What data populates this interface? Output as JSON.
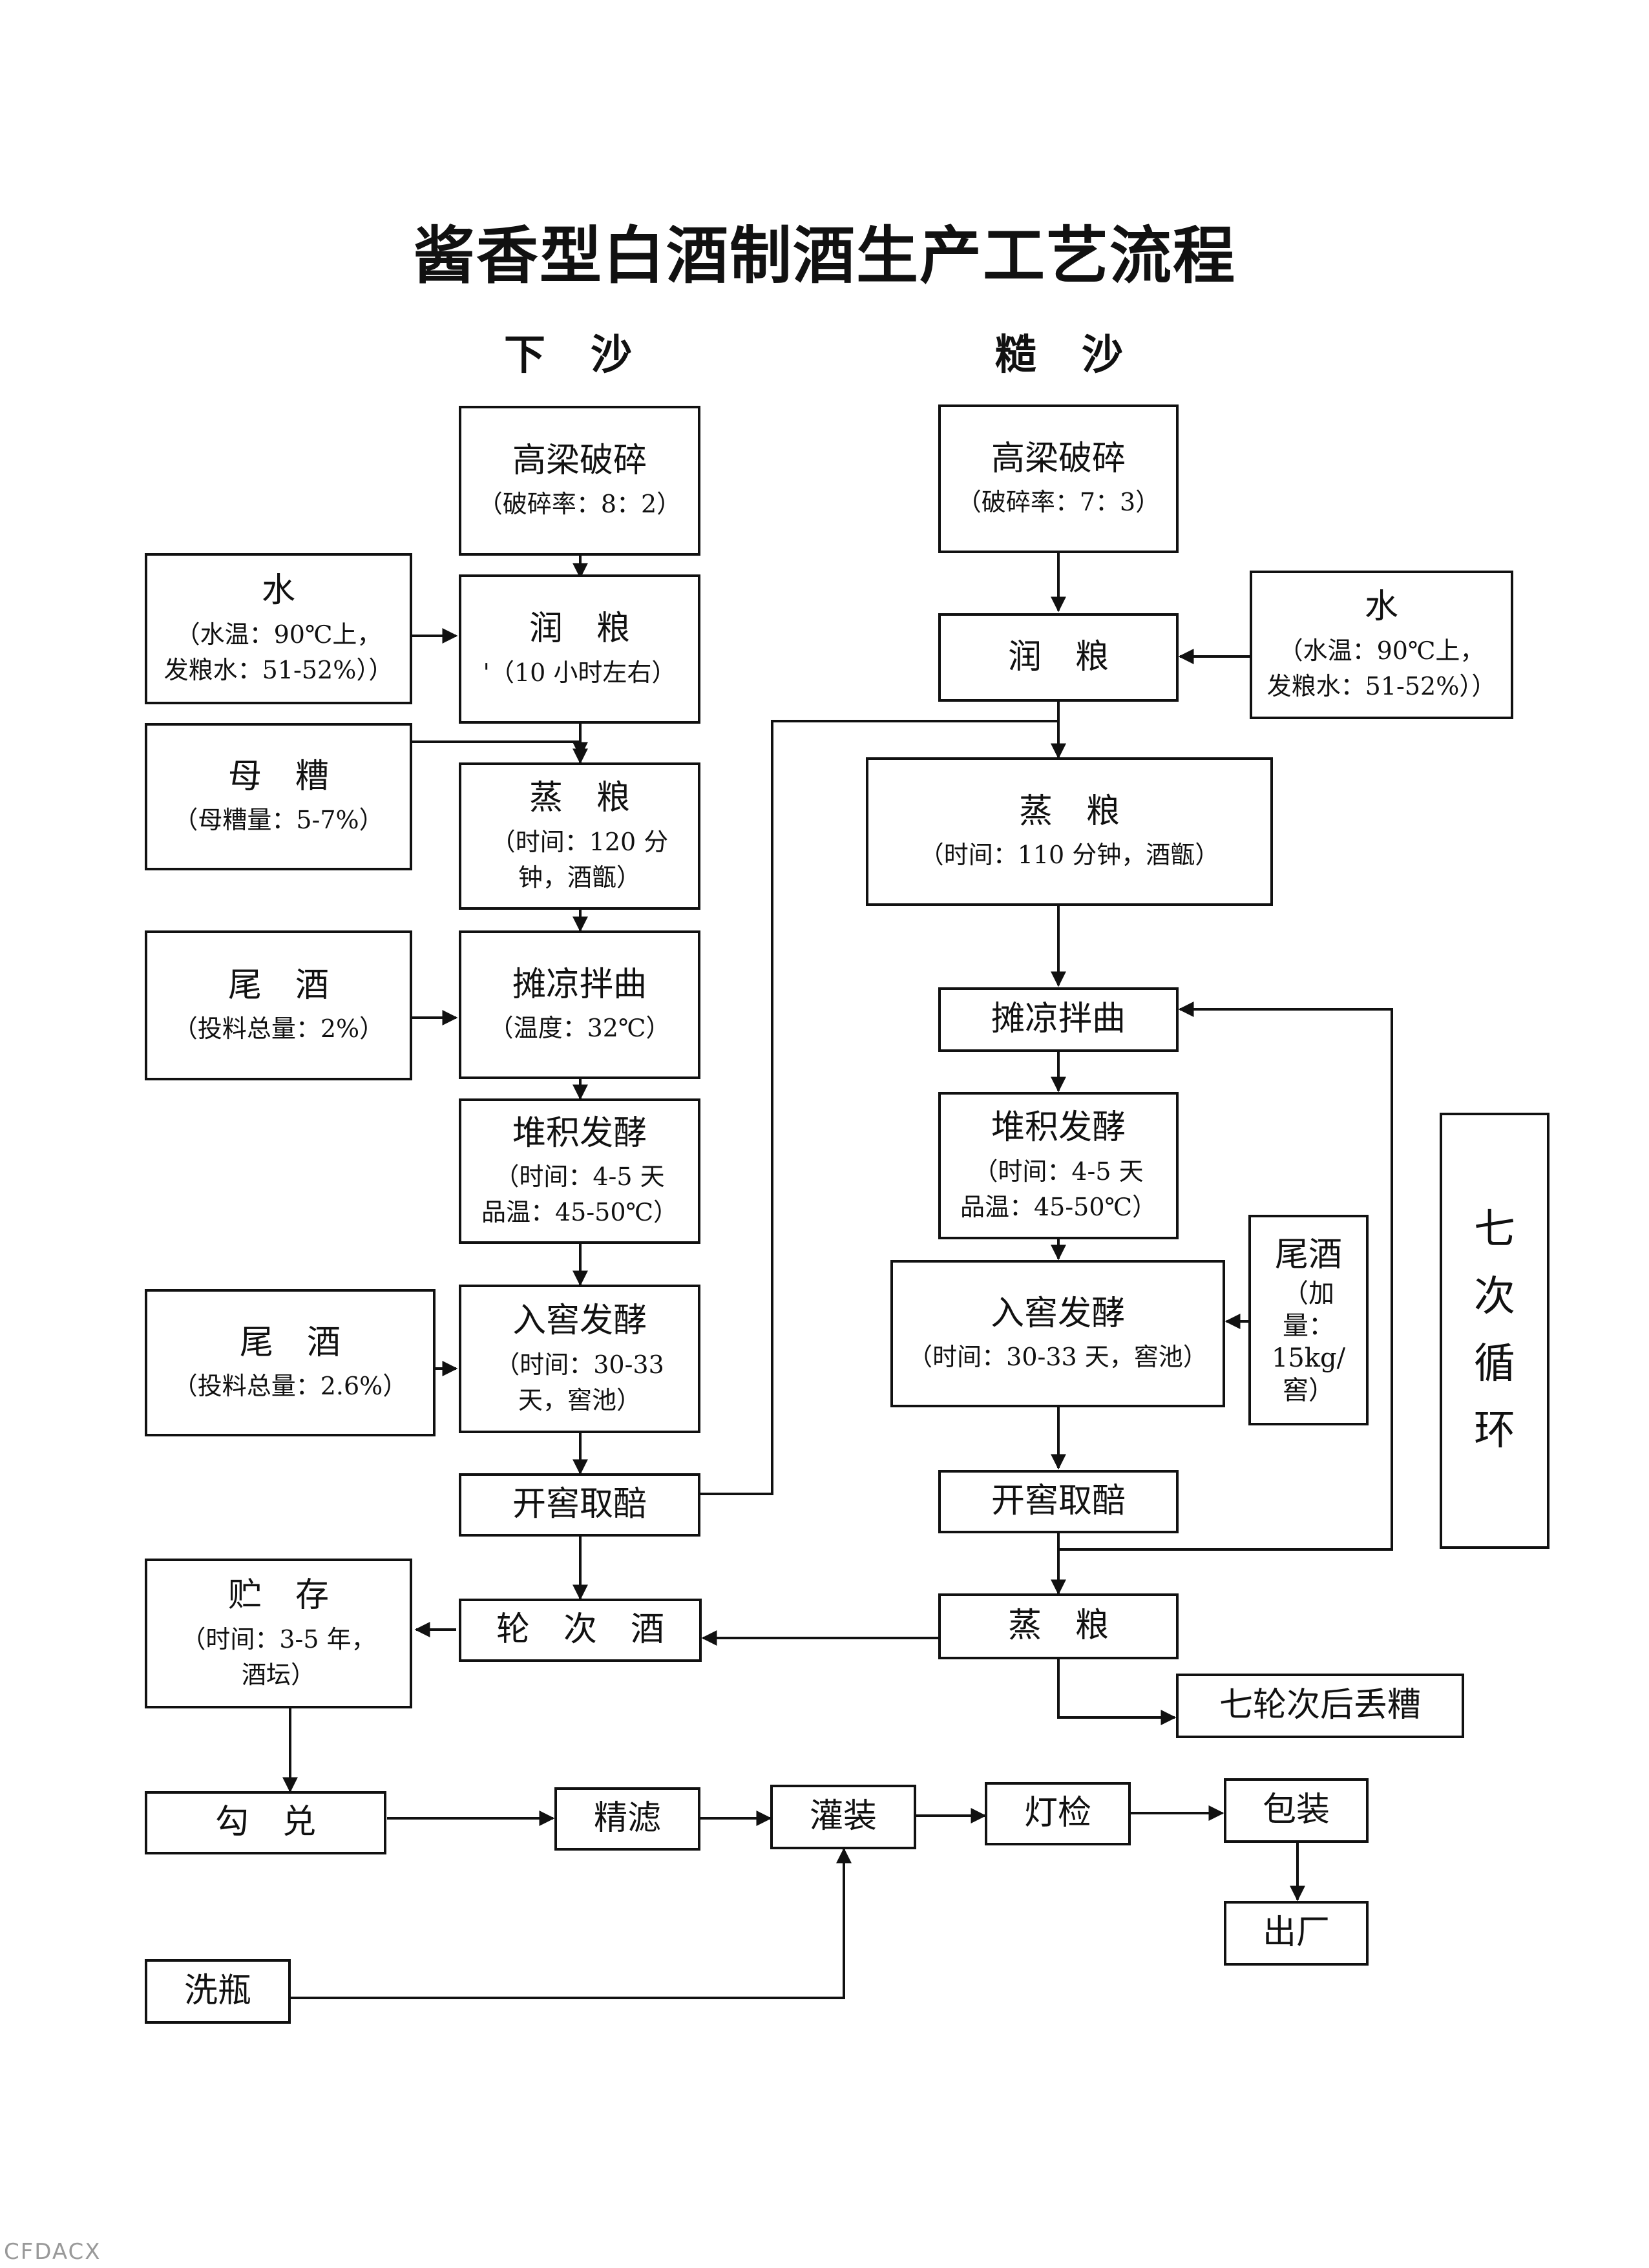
{
  "title": "酱香型白酒制酒生产工艺流程",
  "columns": {
    "left": "下沙",
    "right": "糙沙"
  },
  "left": {
    "crush": {
      "main": "高梁破碎",
      "sub": "（破碎率：8：2）"
    },
    "water": {
      "main": "水",
      "sub": "（水温：90℃上，\n发粮水：51-52%））"
    },
    "soak": {
      "main": "润　粮",
      "sub": "'（10 小时左右）"
    },
    "mother": {
      "main": "母　糟",
      "sub": "（母糟量：5-7%）"
    },
    "steam": {
      "main": "蒸　粮",
      "sub": "（时间：120 分\n钟，酒甑）"
    },
    "tail1": {
      "main": "尾　酒",
      "sub": "（投料总量：2%）"
    },
    "cool": {
      "main": "摊凉拌曲",
      "sub": "（温度：32℃）"
    },
    "stack": {
      "main": "堆积发酵",
      "sub": "（时间：4-5 天\n品温：45-50℃）"
    },
    "tail2": {
      "main": "尾　酒",
      "sub": "（投料总量：2.6%）"
    },
    "pit": {
      "main": "入窖发酵",
      "sub": "（时间：30-33\n天，窖池）"
    },
    "open": {
      "main": "开窖取醅"
    },
    "round": {
      "main": "轮　次　酒"
    },
    "store": {
      "main": "贮　存",
      "sub": "（时间：3-5 年，\n酒坛）"
    }
  },
  "right": {
    "crush": {
      "main": "高梁破碎",
      "sub": "（破碎率：7：3）"
    },
    "soak": {
      "main": "润　粮"
    },
    "water": {
      "main": "水",
      "sub": "（水温：90℃上，\n发粮水：51-52%））"
    },
    "steam": {
      "main": "蒸　粮",
      "sub": "（时间：110 分钟，酒甑）"
    },
    "cool": {
      "main": "摊凉拌曲"
    },
    "stack": {
      "main": "堆积发酵",
      "sub": "（时间：4-5 天\n品温：45-50℃）"
    },
    "pit": {
      "main": "入窖发酵",
      "sub": "（时间：30-33 天，窖池）"
    },
    "tail": {
      "main": "尾酒",
      "sub": "（加\n量：\n15kg/\n窖）"
    },
    "open": {
      "main": "开窖取醅"
    },
    "steam2": {
      "main": "蒸　粮"
    },
    "discard": {
      "main": "七轮次后丢糟"
    },
    "cycle": {
      "chars": [
        "七",
        "次",
        "循",
        "环"
      ]
    }
  },
  "bottom": {
    "blend": "勾　兑",
    "filter": "精滤",
    "fill": "灌装",
    "inspect": "灯检",
    "pack": "包装",
    "ship": "出厂",
    "wash": "洗瓶"
  },
  "footer": "CFDACX"
}
